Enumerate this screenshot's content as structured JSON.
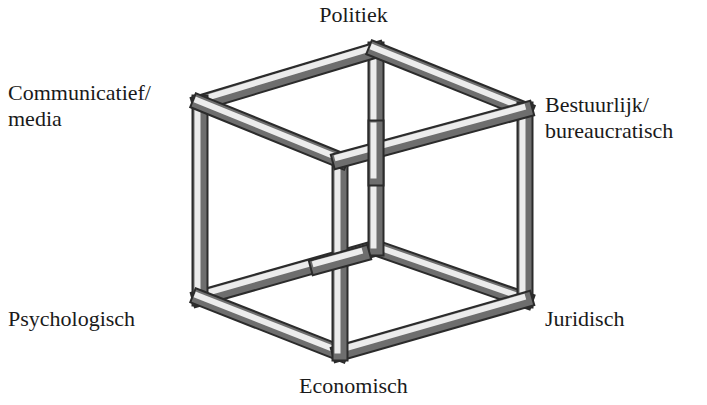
{
  "diagram": {
    "labels": [
      "Politiek",
      "Communicatief/ media",
      "Bestuurlijk/ bureaucratisch",
      "Psychologisch",
      "Juridisch",
      "Economisch"
    ]
  }
}
